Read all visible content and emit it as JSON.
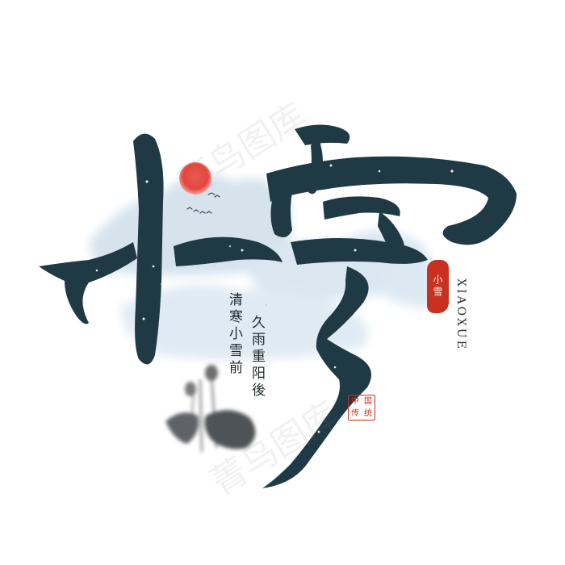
{
  "title_glyph_1": "小",
  "title_glyph_2": "雪",
  "poem": {
    "line1": "清寒小雪前",
    "line2": "久雨重阳後"
  },
  "latin_title": "XIAOXUE",
  "seal_big": "小雪",
  "seal_small": [
    "中",
    "国",
    "传",
    "统"
  ],
  "watermark": "菁鸟图库",
  "colors": {
    "ink": "#1f3a44",
    "sun": "#e8453c",
    "seal": "#c9301f",
    "mist": "#c9dbe8"
  }
}
